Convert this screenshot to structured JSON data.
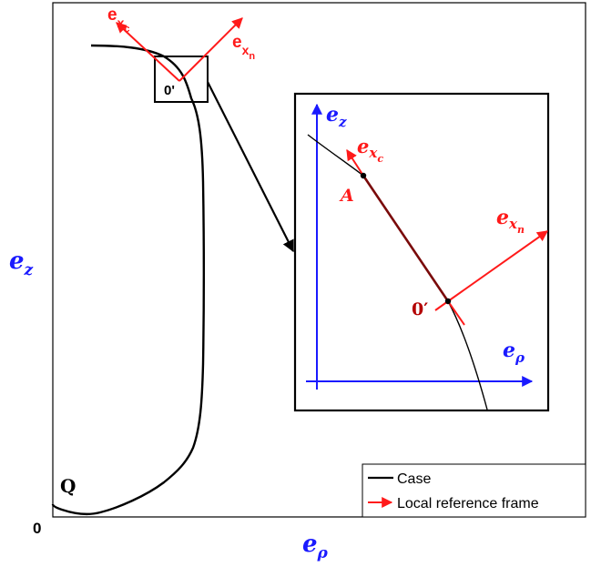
{
  "labels": {
    "ez_main_base": "e",
    "ez_main_sub": "z",
    "erho_main_base": "e",
    "erho_main_sub": "ρ",
    "origin": "0",
    "point_q": "Q",
    "exc_top_base": "e",
    "exc_top_sub": "x",
    "exc_top_subsub": "c",
    "exn_top_base": "e",
    "exn_top_sub": "x",
    "exn_top_subsub": "n",
    "o_prime_top": "0'",
    "inset_ez_base": "e",
    "inset_ez_sub": "z",
    "inset_erho_base": "e",
    "inset_erho_sub": "ρ",
    "inset_exc_base": "e",
    "inset_exc_sub": "x",
    "inset_exc_subsub": "c",
    "inset_exn_base": "e",
    "inset_exn_sub": "x",
    "inset_exn_subsub": "n",
    "inset_point_a": "A",
    "inset_o_prime": "0′"
  },
  "legend": {
    "items": [
      {
        "label": "Case"
      },
      {
        "label": "Local reference frame"
      }
    ]
  },
  "colors": {
    "axis_blue": "#1a1aff",
    "frame_red": "#ff1a1a",
    "curve": "#000000",
    "frame_border": "#000000"
  }
}
